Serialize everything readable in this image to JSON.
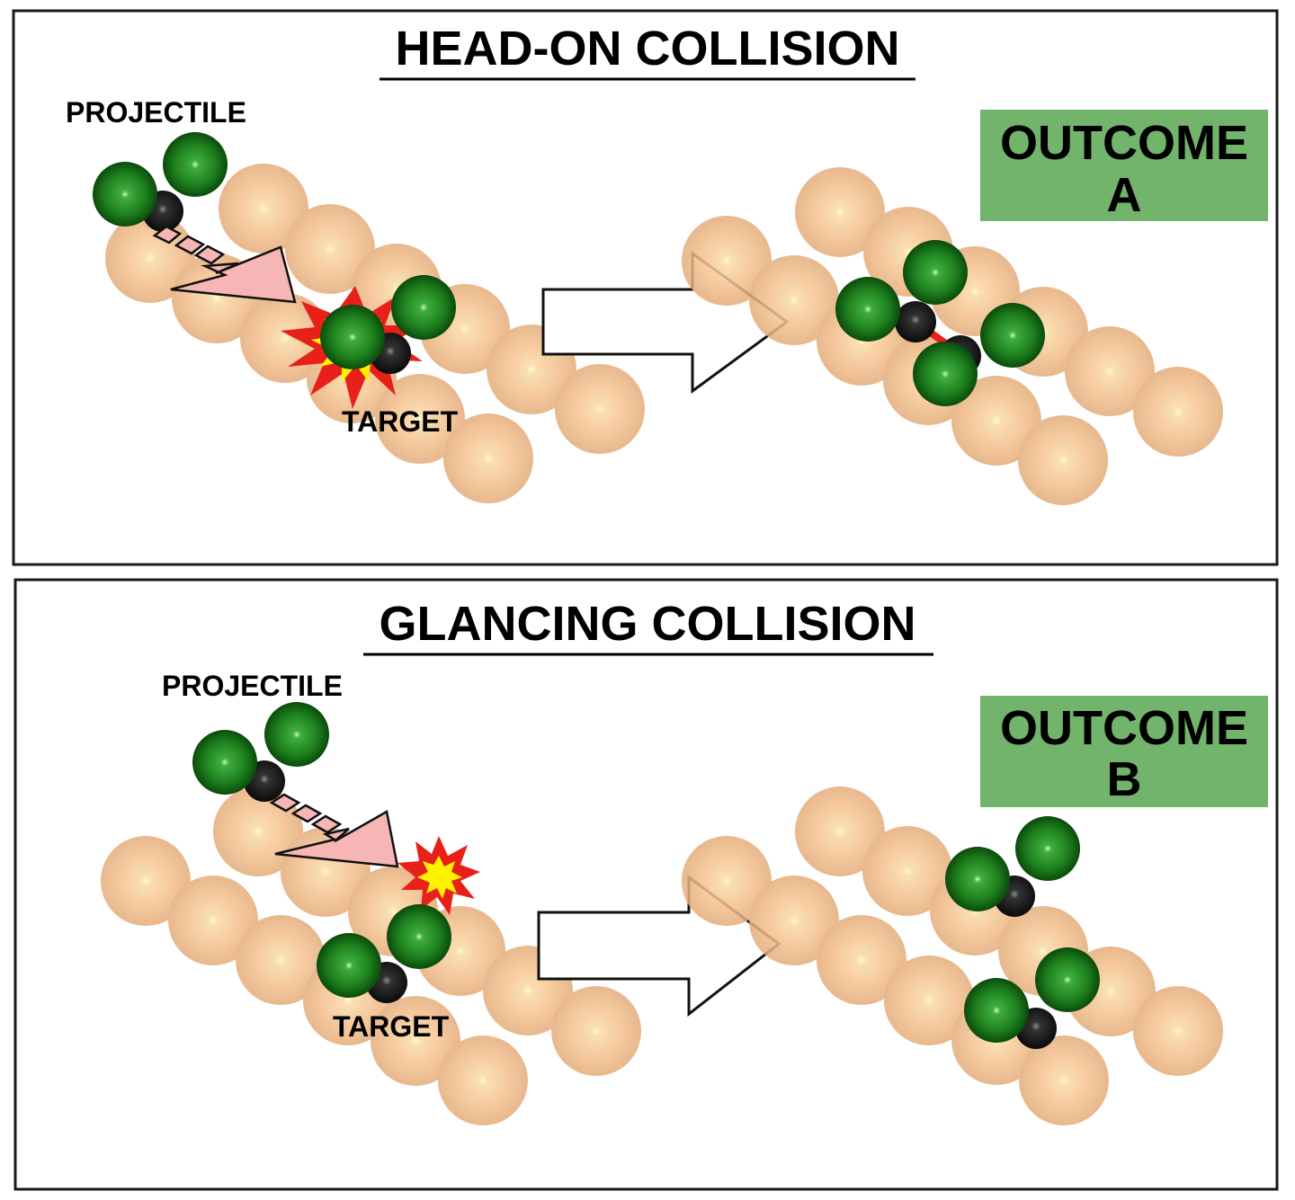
{
  "colors": {
    "substrate_atom": "#f5c28e",
    "green_atom": "#1f8a1f",
    "dark_atom": "#1c1c1c",
    "outcome_box": "#72b46b",
    "impact_arrow": "#f6b4b4",
    "burst_outer": "#e8201a",
    "burst_inner": "#fff200"
  },
  "panels": {
    "head_on": {
      "title": "HEAD-ON COLLISION",
      "projectile_label": "PROJECTILE",
      "target_label": "TARGET",
      "outcome_line1": "OUTCOME",
      "outcome_line2": "A"
    },
    "glancing": {
      "title": "GLANCING COLLISION",
      "projectile_label": "PROJECTILE",
      "target_label": "TARGET",
      "outcome_line1": "OUTCOME",
      "outcome_line2": "B"
    }
  }
}
